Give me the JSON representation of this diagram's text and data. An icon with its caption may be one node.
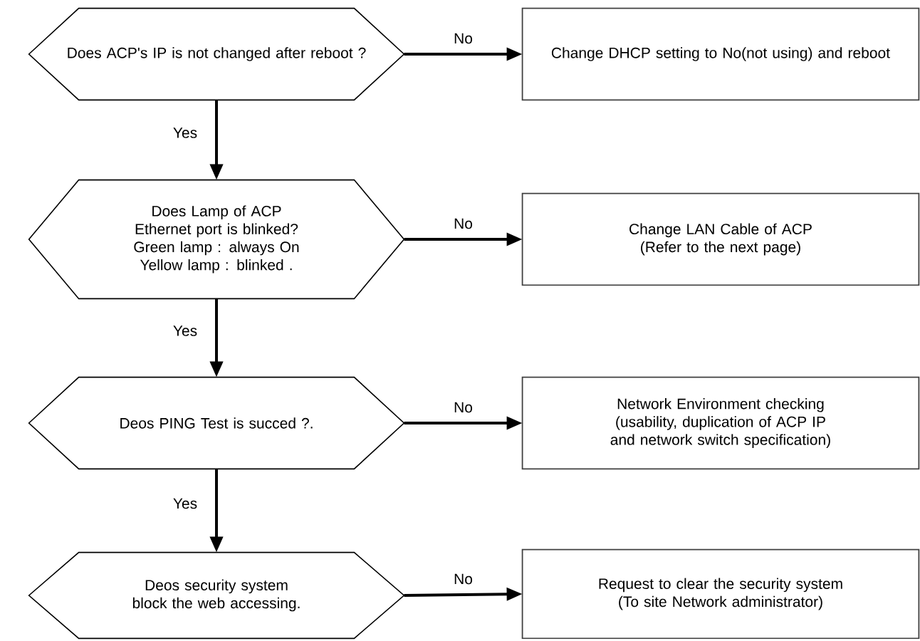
{
  "diagram": {
    "nodes": [
      {
        "text": [
          "Does ACP's IP is not changed after reboot ?"
        ]
      },
      {
        "text": [
          "Does Lamp of ACP Ethernet port is blinked?",
          "Green lamp : always On",
          "Yellow lamp : blinked ."
        ]
      },
      {
        "text": [
          "Deos PING Test is succed ?."
        ]
      },
      {
        "text": [
          "Deos security system block the web accessing."
        ]
      },
      {
        "text": [
          "Change DHCP setting to No(not using) and reboot"
        ]
      },
      {
        "text": [
          "Change LAN Cable of ACP (Refer to the next page)"
        ]
      },
      {
        "text": [
          "Network Environment checking (usability, duplication of ACP IP and network switch specification)"
        ]
      },
      {
        "text": [
          "Request to clear the security system (To site Network administrator)"
        ]
      }
    ],
    "edges": [
      {
        "from": 0,
        "to": 4,
        "arrow": "to",
        "label": "No"
      },
      {
        "from": 0,
        "to": 1,
        "arrow": "to",
        "label": "Yes"
      },
      {
        "from": 1,
        "to": 5,
        "arrow": "to",
        "label": "No"
      },
      {
        "from": 1,
        "to": 2,
        "arrow": "to",
        "label": "Yes"
      },
      {
        "from": 2,
        "to": 6,
        "arrow": "to",
        "label": "No"
      },
      {
        "from": 2,
        "to": 3,
        "arrow": "to",
        "label": "Yes"
      },
      {
        "from": 3,
        "to": 7,
        "arrow": "to",
        "label": "No"
      }
    ]
  }
}
